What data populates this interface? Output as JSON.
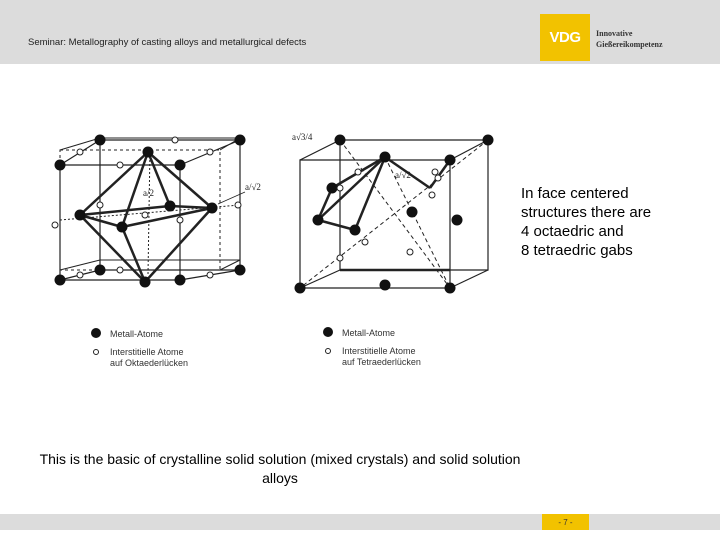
{
  "header": {
    "title": "Seminar: Metallography of casting alloys and metallurgical defects",
    "logo_text": "VDG",
    "tagline_line1": "Innovative",
    "tagline_line2": "Gießereikompetenz"
  },
  "figure": {
    "left_labels": {
      "a_half": "a/2",
      "a_root2": "a/√2"
    },
    "right_labels": {
      "a_root3_4": "a√3/4",
      "a_root2_2": "a/√2"
    },
    "left_legend": {
      "metal": "Metall-Atome",
      "interstitial_line1": "Interstitielle Atome",
      "interstitial_line2": "auf Oktaederlücken"
    },
    "right_legend": {
      "metal": "Metall-Atome",
      "interstitial_line1": "Interstitielle Atome",
      "interstitial_line2": "auf Tetraederlücken"
    }
  },
  "side_text": {
    "line1": "In face centered",
    "line2": "structures there are",
    "line3": "4 octaedric and",
    "line4": "8 tetraedric gabs"
  },
  "bottom_text": "This is the basic of crystalline solid solution (mixed crystals) and solid solution alloys",
  "footer": {
    "page": "- 7 -"
  }
}
